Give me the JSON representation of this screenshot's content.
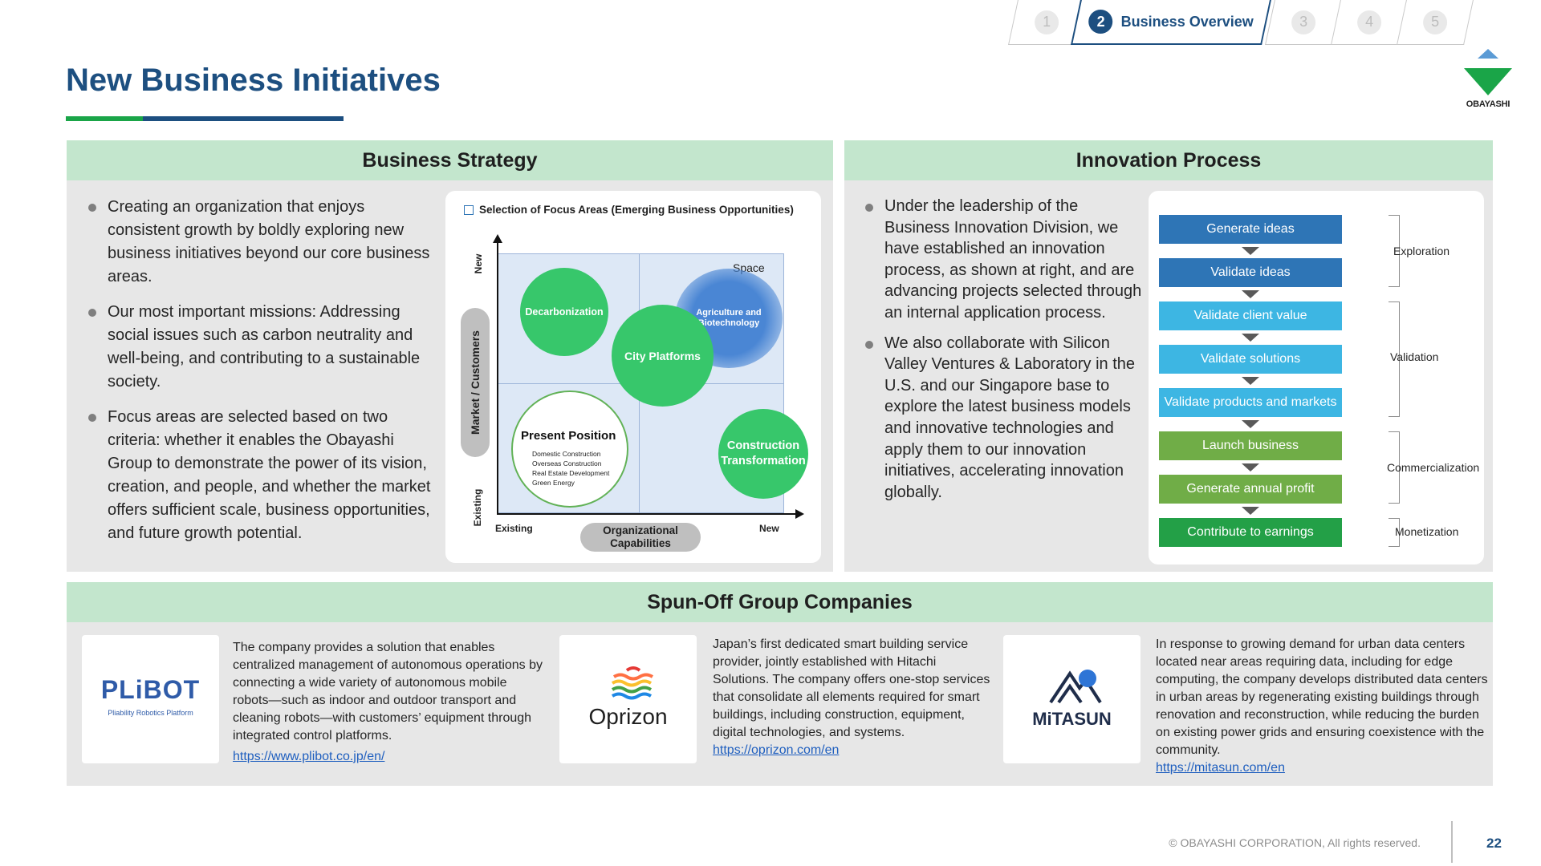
{
  "tabs": [
    {
      "num": "1"
    },
    {
      "num": "2",
      "label": "Business Overview"
    },
    {
      "num": "3"
    },
    {
      "num": "4"
    },
    {
      "num": "5"
    }
  ],
  "page_title": "New Business Initiatives",
  "logo": {
    "text": "OBAYASHI"
  },
  "business_strategy": {
    "heading": "Business Strategy",
    "bullets": [
      "Creating an organization that enjoys consistent growth by boldly exploring new business initiatives beyond our core business areas.",
      "Our most important missions: Addressing social issues such as carbon neutrality and well-being, and contributing to a sustainable society.",
      "Focus areas are selected based on two criteria: whether it enables the Obayashi Group to demonstrate the power of its vision, creation, and people, and whether the market offers sufficient scale, business opportunities, and future growth potential."
    ],
    "matrix": {
      "title": "Selection of Focus Areas (Emerging Business Opportunities)",
      "y_axis": "Market / Customers",
      "y_new": "New",
      "y_existing": "Existing",
      "x_axis": "Organizational Capabilities",
      "x_existing": "Existing",
      "x_new": "New",
      "space": "Space",
      "bubbles": {
        "decarbonization": "Decarbonization",
        "agriculture": "Agriculture and Biotechnology",
        "city": "City Platforms",
        "construction": "Construction Transformation"
      },
      "present_position": {
        "title": "Present Position",
        "items": [
          "Domestic Construction",
          "Overseas Construction",
          "Real Estate Development",
          "Green Energy"
        ]
      }
    }
  },
  "innovation_process": {
    "heading": "Innovation Process",
    "bullets": [
      "Under the leadership of the Business Innovation Division, we have established an innovation process, as shown at right, and are advancing projects selected through an internal application process.",
      "We also collaborate with Silicon Valley Ventures & Laboratory in the U.S. and our Singapore base to explore the latest business models and innovative technologies and apply them to our innovation initiatives, accelerating innovation globally."
    ],
    "steps": [
      {
        "label": "Generate ideas",
        "color": "#2e75b6"
      },
      {
        "label": "Validate ideas",
        "color": "#2e75b6"
      },
      {
        "label": "Validate client value",
        "color": "#3db6e3"
      },
      {
        "label": "Validate solutions",
        "color": "#3db6e3"
      },
      {
        "label": "Validate products and markets",
        "color": "#3db6e3"
      },
      {
        "label": "Launch business",
        "color": "#70ad47"
      },
      {
        "label": "Generate annual profit",
        "color": "#70ad47"
      },
      {
        "label": "Contribute to earnings",
        "color": "#23a047"
      }
    ],
    "phases": [
      "Exploration",
      "Validation",
      "Commercialization",
      "Monetization"
    ]
  },
  "spinoffs": {
    "heading": "Spun-Off Group Companies",
    "companies": [
      {
        "logo_text": "PLiBOT",
        "logo_sub": "Pliability Robotics Platform",
        "desc": "The company provides a solution that enables centralized management of autonomous operations by connecting a wide variety of autonomous mobile robots—such as indoor and outdoor transport and cleaning robots—with customers’ equipment through integrated control platforms.",
        "link": "https://www.plibot.co.jp/en/"
      },
      {
        "logo_text": "Oprizon",
        "desc": "Japan’s first dedicated smart building service provider, jointly established with Hitachi Solutions. The company offers one-stop services that consolidate all elements required for smart buildings, including construction, equipment, digital technologies, and systems.",
        "link": "https://oprizon.com/en"
      },
      {
        "logo_text": "MiTASUN",
        "desc": "In response to growing demand for urban data centers located near areas requiring data, including for edge computing, the company develops distributed data centers in urban areas by regenerating existing buildings through renovation and reconstruction, while reducing the burden on existing power grids and ensuring coexistence with the community.",
        "link": "https://mitasun.com/en"
      }
    ]
  },
  "footer": {
    "copyright": "© OBAYASHI CORPORATION, All rights reserved.",
    "page": "22"
  }
}
